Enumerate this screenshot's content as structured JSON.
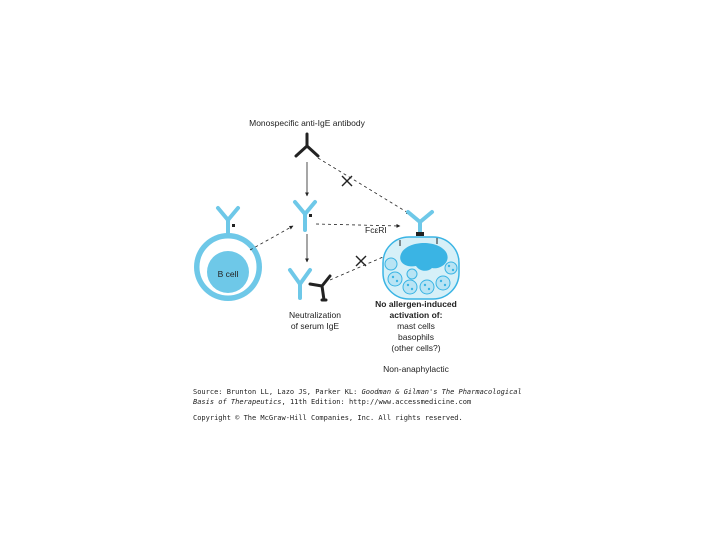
{
  "labels": {
    "title": "Monospecific anti-IgE antibody",
    "receptor": "FcεRI",
    "bcell": "B cell",
    "neutral_1": "Neutralization",
    "neutral_2": "of serum IgE",
    "result_1": "No allergen-induced",
    "result_2": "activation of:",
    "result_3": "mast cells",
    "result_4": "basophils",
    "result_5": "(other cells?)",
    "outcome": "Non-anaphylactic"
  },
  "caption": {
    "line1_a": "Source: Brunton LL, Lazo JS, Parker KL: ",
    "line1_b": "Goodman & Gilman's The Pharmacological",
    "line2_a": "Basis of Therapeutics",
    "line2_b": ", 11th Edition: http://www.accessmedicine.com",
    "line3": "Copyright © The McGraw-Hill Companies, Inc. All rights reserved."
  },
  "colors": {
    "antibody": "#6ec8e8",
    "cell_fill": "#d6f0f8",
    "nucleus": "#3ab4e4",
    "granule": "#b8e4f4",
    "line": "#222222"
  }
}
